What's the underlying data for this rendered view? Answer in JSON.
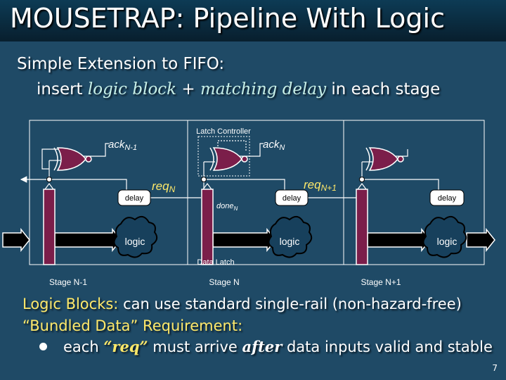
{
  "title": "MOUSETRAP:  Pipeline With Logic",
  "intro": {
    "line1": "Simple Extension to FIFO:",
    "line2_prefix": "insert ",
    "line2_term1": "logic block",
    "line2_plus": " + ",
    "line2_term2": "matching delay",
    "line2_suffix": " in each stage"
  },
  "diagram": {
    "latch_controller": "Latch Controller",
    "ack_left": "ack",
    "ack_left_sub": "N-1",
    "ack_right": "ack",
    "ack_right_sub": "N",
    "req_mid": "req",
    "req_mid_sub": "N",
    "req_right": "req",
    "req_right_sub": "N+1",
    "done": "done",
    "done_sub": "N",
    "delay1": "delay",
    "delay2": "delay",
    "delay3": "delay",
    "logic1": "logic",
    "logic2": "logic",
    "logic3": "logic",
    "data_latch": "Data Latch",
    "stage1": "Stage N-1",
    "stage2": "Stage N",
    "stage3": "Stage N+1"
  },
  "notes": {
    "line1_label": "Logic Blocks:",
    "line1_rest": " can use standard single-rail (non-hazard-free)",
    "line2": "“Bundled Data” Requirement:",
    "bullet_prefix": "each ",
    "bullet_req": "“req”",
    "bullet_mid": " must arrive ",
    "bullet_after": "after",
    "bullet_rest": " data inputs valid and stable"
  },
  "page_number": "7",
  "colors": {
    "background": "#1f4a66",
    "title_bar": "#0b2e44",
    "latch": "#7b1e4a",
    "xnor_gate": "#7b1e4a",
    "cloud": "#17405c",
    "accent_text": "#ffe96a"
  }
}
